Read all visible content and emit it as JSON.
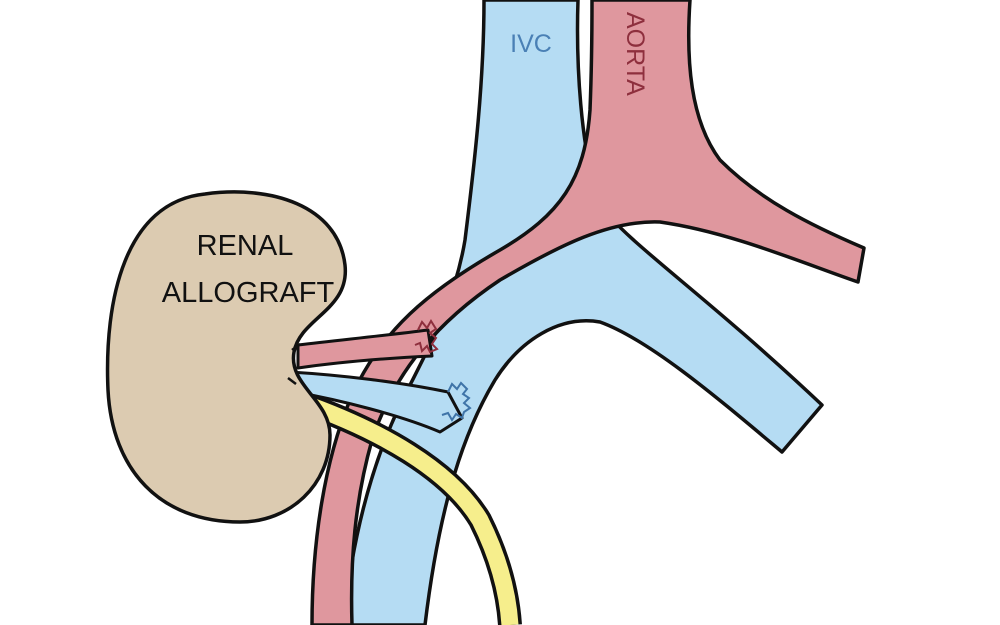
{
  "diagram": {
    "labels": {
      "kidney_line1": "RENAL",
      "kidney_line2": "ALLOGRAFT",
      "ivc": "IVC",
      "aorta": "AORTA"
    },
    "colors": {
      "vein": "#b5dcf3",
      "artery": "#df979e",
      "kidney": "#dccbb1",
      "ureter": "#f6ee8c",
      "outline": "#111111",
      "ivc_text": "#4a80b5",
      "aorta_text": "#8e2f3d",
      "artery_suture": "#8e2f3d",
      "vein_suture": "#3f74a8"
    }
  }
}
